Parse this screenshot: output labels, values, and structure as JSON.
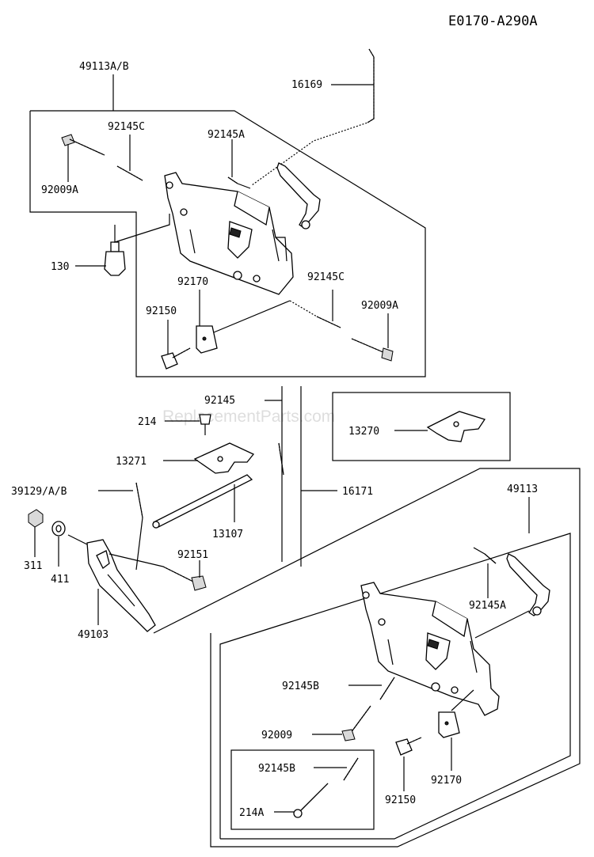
{
  "diagram": {
    "code": "E0170-A290A",
    "watermark": "ReplacementParts.com",
    "labels": {
      "p49113AB": "49113A/B",
      "p16169": "16169",
      "p92145C_a": "92145C",
      "p92145A_a": "92145A",
      "p92009A_a": "92009A",
      "p130": "130",
      "p92170_a": "92170",
      "p92145C_b": "92145C",
      "p92150_a": "92150",
      "p92009A_b": "92009A",
      "p92145": "92145",
      "p214": "214",
      "p13270": "13270",
      "p13271": "13271",
      "p39129AB": "39129/A/B",
      "p16171": "16171",
      "p13107": "13107",
      "p49113": "49113",
      "p311": "311",
      "p411": "411",
      "p92151": "92151",
      "p49103": "49103",
      "p92145A_b": "92145A",
      "p92145B_a": "92145B",
      "p92009": "92009",
      "p92170_b": "92170",
      "p92150_b": "92150",
      "p92145B_b": "92145B",
      "p214A": "214A"
    }
  }
}
